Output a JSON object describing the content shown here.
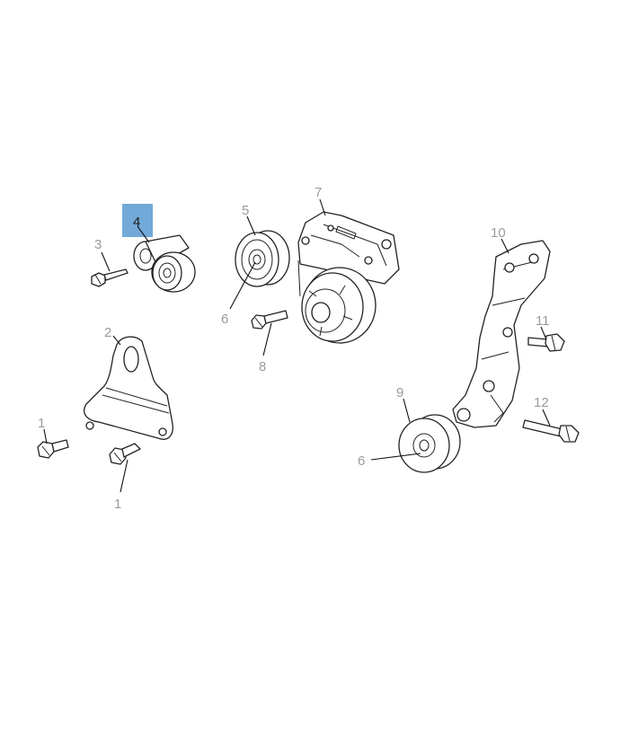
{
  "diagram": {
    "highlight_color": "#72a9d9",
    "callouts": {
      "c1a": "1",
      "c1b": "1",
      "c2": "2",
      "c3": "3",
      "c4": "4",
      "c5": "5",
      "c6a": "6",
      "c6b": "6",
      "c7": "7",
      "c8": "8",
      "c9": "9",
      "c10": "10",
      "c11": "11",
      "c12": "12"
    },
    "highlighted_callout": "4"
  }
}
